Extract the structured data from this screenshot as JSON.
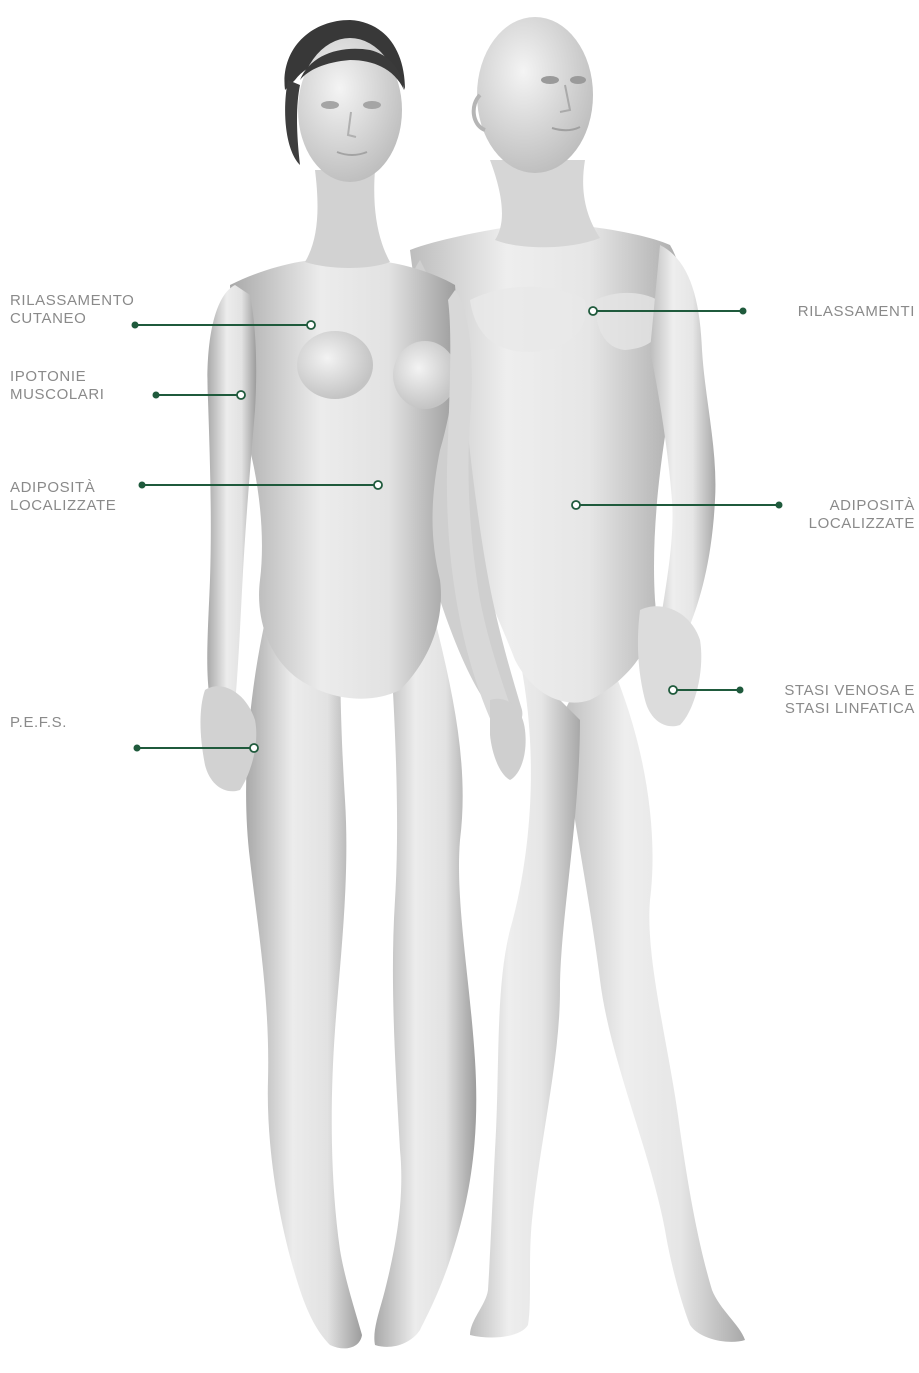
{
  "colors": {
    "leader": "#1f5a3c",
    "label_text": "#8a8a8a",
    "skin_light": "#f1f1f1",
    "skin_mid": "#d4d4d4",
    "skin_dark": "#9a9a9a",
    "hair": "#3a3a3a"
  },
  "annotations": [
    {
      "id": "rilassamento-cutaneo",
      "lines": [
        "RILASSAMENTO",
        "CUTANEO"
      ],
      "side": "left",
      "figure": "woman"
    },
    {
      "id": "ipotonie-muscolari",
      "lines": [
        "IPOTONIE",
        "MUSCOLARI"
      ],
      "side": "left",
      "figure": "woman"
    },
    {
      "id": "adiposita-localizzate-left",
      "lines": [
        "ADIPOSITÀ",
        "LOCALIZZATE"
      ],
      "side": "left",
      "figure": "woman"
    },
    {
      "id": "pefs",
      "lines": [
        "P.E.F.S."
      ],
      "side": "left",
      "figure": "woman"
    },
    {
      "id": "rilassamenti",
      "lines": [
        "RILASSAMENTI"
      ],
      "side": "right",
      "figure": "man"
    },
    {
      "id": "adiposita-localizzate-right",
      "lines": [
        "ADIPOSITÀ",
        "LOCALIZZATE"
      ],
      "side": "right",
      "figure": "man"
    },
    {
      "id": "stasi-venosa",
      "lines": [
        "STASI VENOSA E",
        "STASI LINFATICA"
      ],
      "side": "right",
      "figure": "man"
    }
  ]
}
